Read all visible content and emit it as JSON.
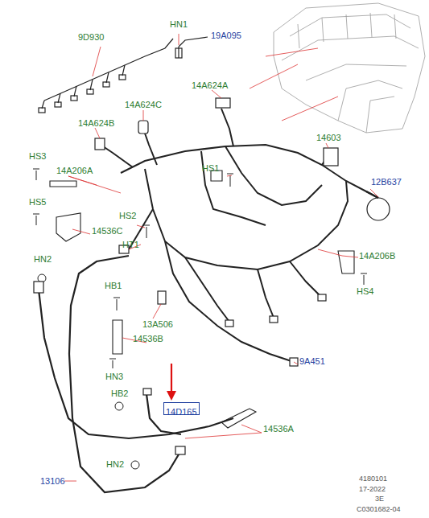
{
  "diagram": {
    "nodes": [
      {
        "text": [
          "14D165"
        ]
      }
    ],
    "labels": [
      "9D930",
      "HN1",
      "19A095",
      "14A624A",
      "14A624C",
      "14A624B",
      "14603",
      "HS3",
      "14A206A",
      "HS1",
      "12B637",
      "HS5",
      "HS2",
      "14536C",
      "HN2",
      "HT1",
      "14A206B",
      "HS4",
      "HB1",
      "13A506",
      "14536B",
      "9A451",
      "HN3",
      "HB2",
      "14536A",
      "HN2",
      "13106",
      "4180101",
      "17-2022",
      "3E",
      "C0301682-04"
    ]
  }
}
